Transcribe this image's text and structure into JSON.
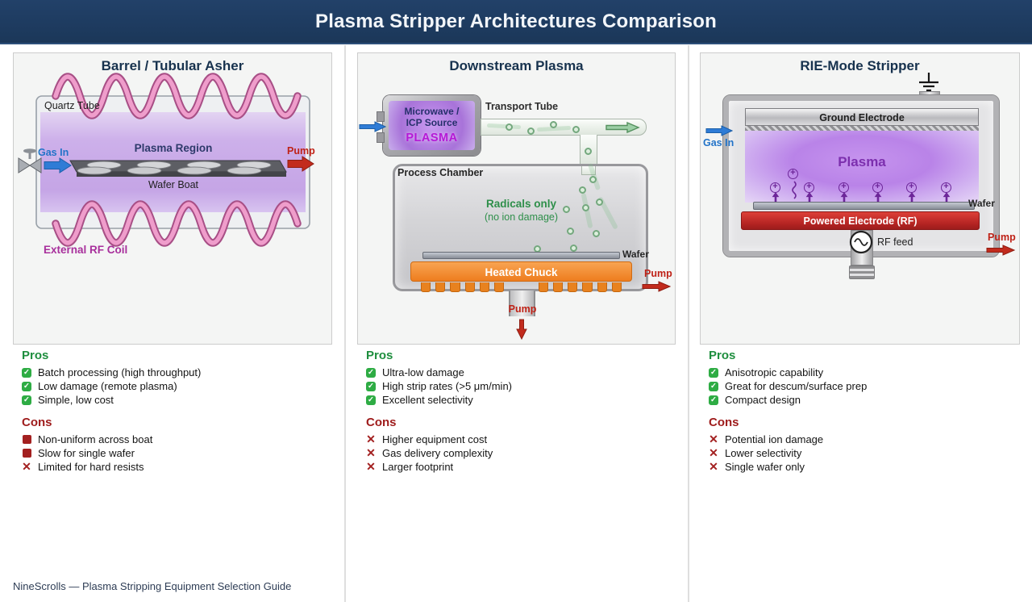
{
  "header": {
    "title": "Plasma Stripper Architectures Comparison"
  },
  "footer": {
    "text": "NineScrolls — Plasma Stripping Equipment Selection Guide"
  },
  "colors": {
    "header_bg": "#1d3a5e",
    "panel_title": "#17324e",
    "pros_green": "#1e8e3e",
    "cons_red": "#9e1b1b",
    "gas_in_blue": "#2273c8",
    "pump_red": "#bf2217",
    "coil_pink": "#ef9dcb",
    "plasma_purple": "#c7a8e7",
    "chuck_orange": "#ee7d1e",
    "electrode_red": "#b32322",
    "radicals_green": "#2e8f4a"
  },
  "panels": [
    {
      "title": "Barrel / Tubular Asher",
      "labels": {
        "quartz_tube": "Quartz Tube",
        "gas_in": "Gas In",
        "plasma_region": "Plasma Region",
        "pump": "Pump",
        "wafer_boat": "Wafer Boat",
        "rf_coil": "External RF Coil"
      },
      "pros_title": "Pros",
      "pros": [
        "Batch processing (high throughput)",
        "Low damage (remote plasma)",
        "Simple, low cost"
      ],
      "cons_title": "Cons",
      "cons": [
        {
          "icon": "square",
          "text": "Non-uniform across boat"
        },
        {
          "icon": "square",
          "text": "Slow for single wafer"
        },
        {
          "icon": "x",
          "text": "Limited for hard resists"
        }
      ]
    },
    {
      "title": "Downstream Plasma",
      "labels": {
        "source_line1": "Microwave /",
        "source_line2": "ICP Source",
        "source_plasma": "PLASMA",
        "transport_tube": "Transport Tube",
        "process_chamber": "Process Chamber",
        "radicals": "Radicals only",
        "radicals_sub": "(no ion damage)",
        "wafer": "Wafer",
        "heated_chuck": "Heated Chuck",
        "pump_side": "Pump",
        "pump_bottom": "Pump"
      },
      "pros_title": "Pros",
      "pros": [
        "Ultra-low damage",
        "High strip rates (>5 μm/min)",
        "Excellent selectivity"
      ],
      "cons_title": "Cons",
      "cons": [
        {
          "icon": "x",
          "text": "Higher equipment cost"
        },
        {
          "icon": "x",
          "text": "Gas delivery complexity"
        },
        {
          "icon": "x",
          "text": "Larger footprint"
        }
      ]
    },
    {
      "title": "RIE-Mode Stripper",
      "labels": {
        "ground_electrode": "Ground Electrode",
        "plasma": "Plasma",
        "gas_in": "Gas In",
        "wafer": "Wafer",
        "powered_electrode": "Powered Electrode (RF)",
        "rf_feed": "RF feed",
        "pump": "Pump"
      },
      "pros_title": "Pros",
      "pros": [
        "Anisotropic capability",
        "Great for descum/surface prep",
        "Compact design"
      ],
      "cons_title": "Cons",
      "cons": [
        {
          "icon": "x",
          "text": "Potential ion damage"
        },
        {
          "icon": "x",
          "text": "Lower selectivity"
        },
        {
          "icon": "x",
          "text": "Single wafer only"
        }
      ]
    }
  ]
}
